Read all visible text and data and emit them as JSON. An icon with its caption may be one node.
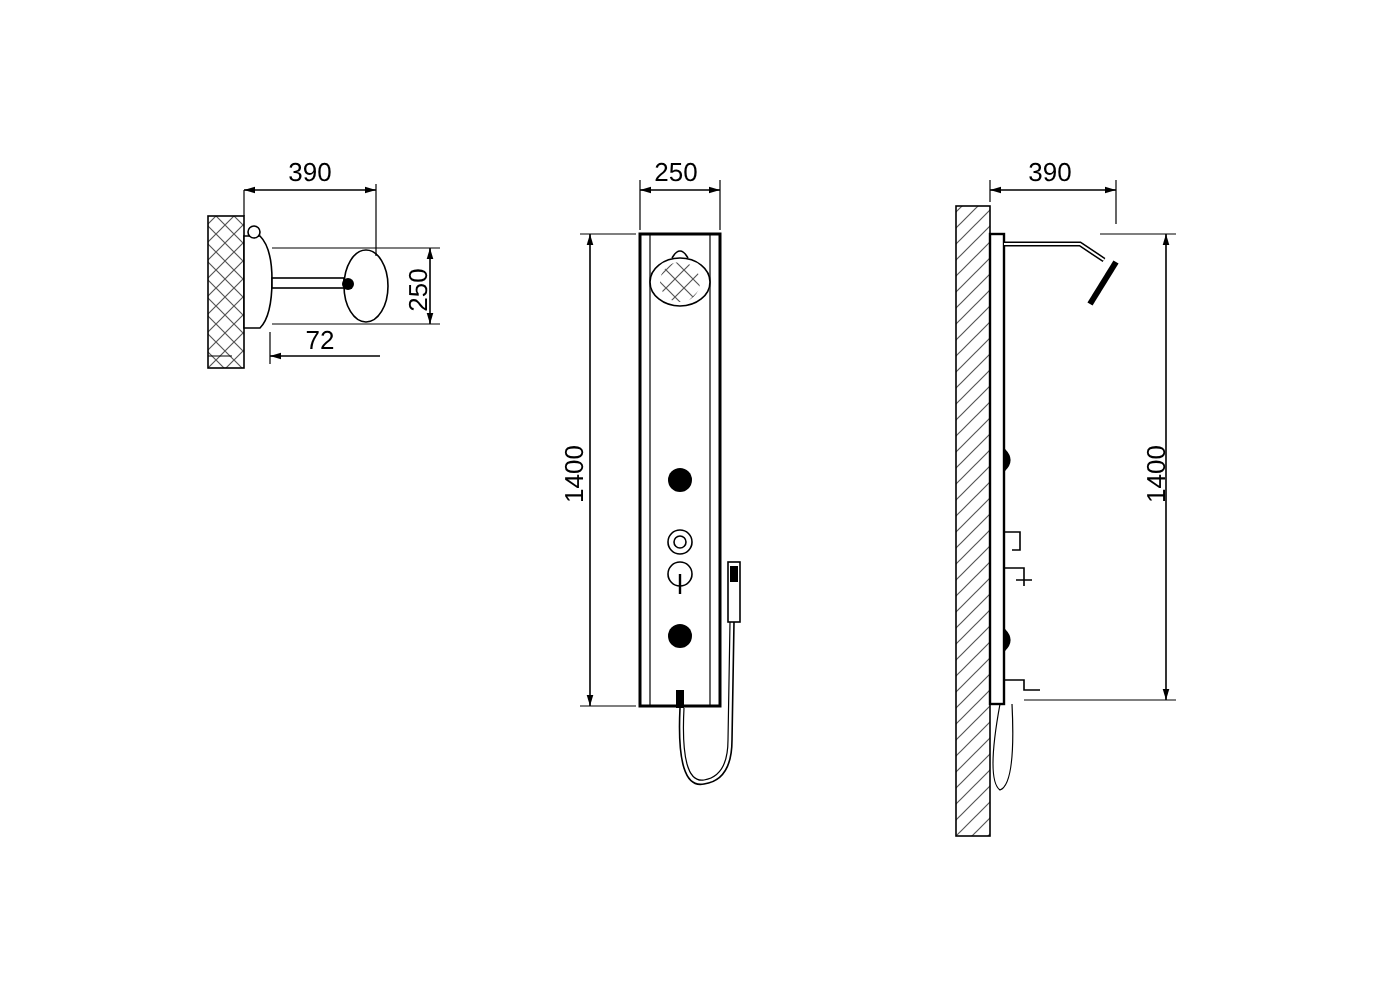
{
  "diagram": {
    "labels": [
      "390",
      "250",
      "390",
      "250",
      "72",
      "1400",
      "1400"
    ]
  }
}
